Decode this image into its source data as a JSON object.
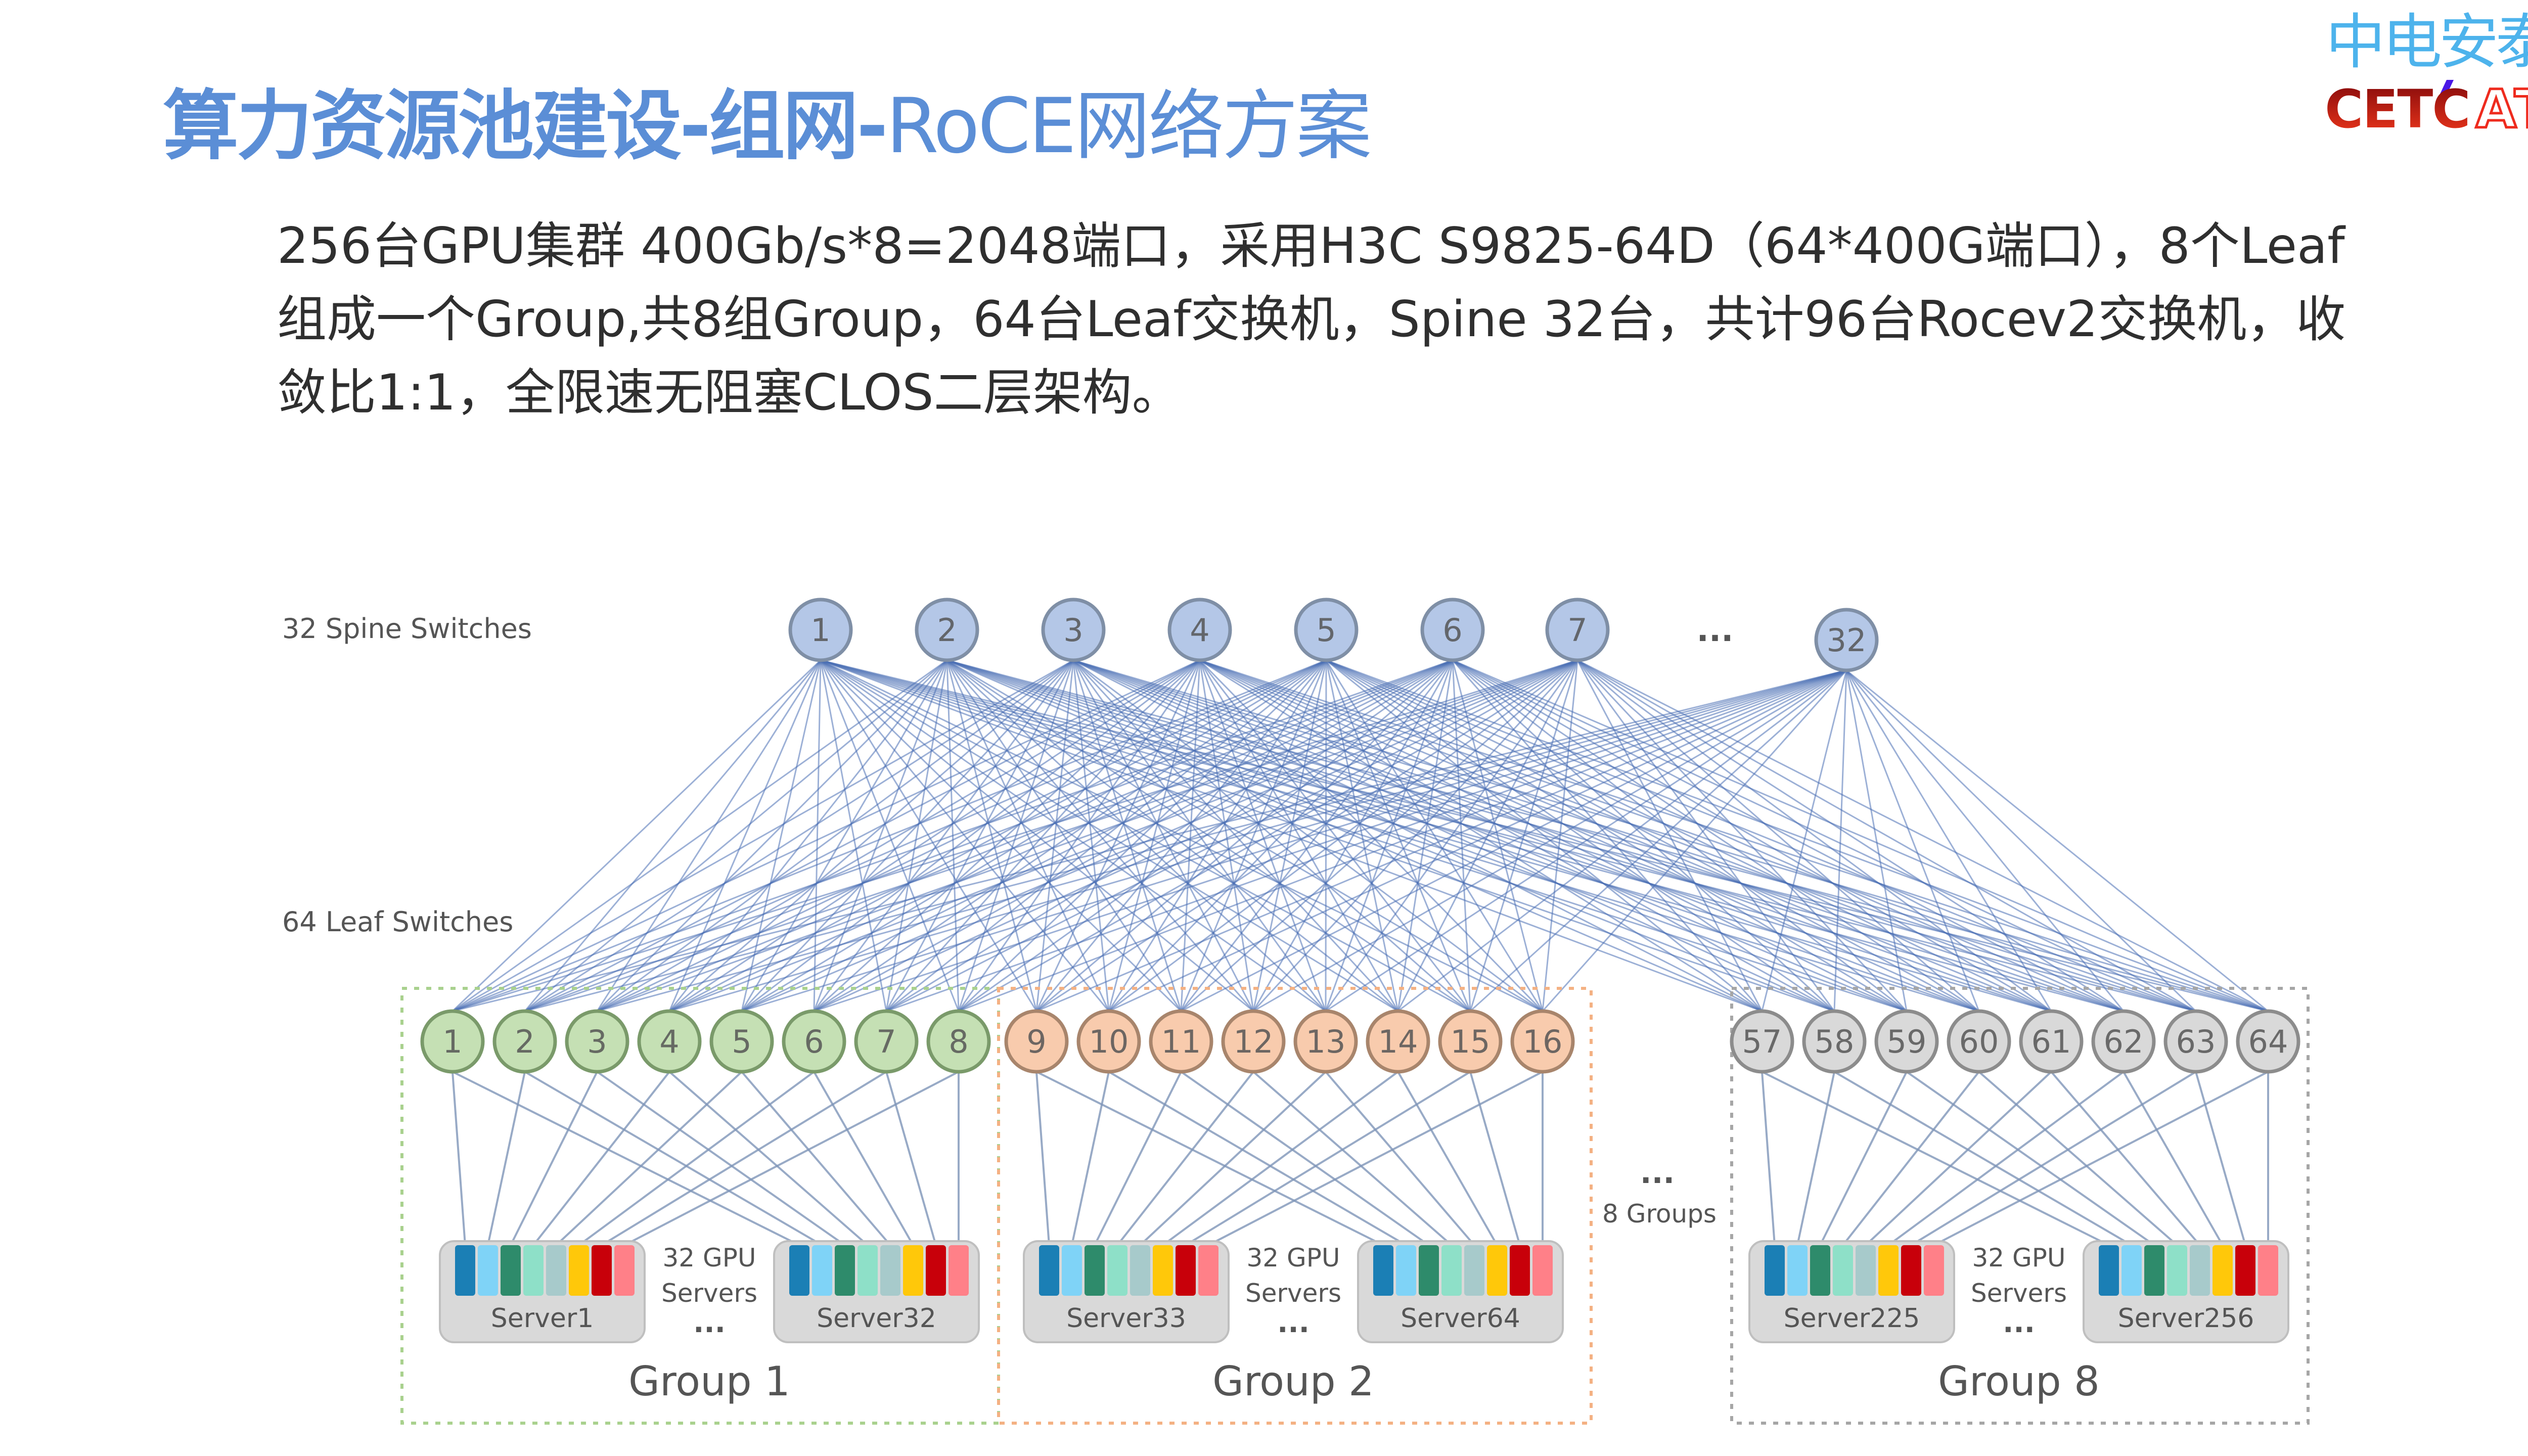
{
  "slide": {
    "title_bold": "算力资源池建设-组网-",
    "title_regular": "RoCE网络方案",
    "title_color": "#5B8ED6"
  },
  "logo": {
    "chinese_name": "中电安泰",
    "english_mark_primary": "CETC",
    "english_mark_secondary": "AT",
    "colors": {
      "chinese": "#4DB3EC",
      "cetc_top": "#8A0C0C",
      "cetc_bottom": "#E8341A",
      "at_outline": "#EE2B1E",
      "accent": "#4A17E6"
    }
  },
  "body": {
    "lines": [
      "256台GPU集群 400Gb/s*8=2048端口，采用H3C S9825-64D（64*400G端口），8个Leaf",
      "组成一个Group,共8组Group，64台Leaf交换机，Spine 32台，共计96台Rocev2交换机，收",
      "敛比1:1，全限速无阻塞CLOS二层架构。"
    ]
  },
  "diagram": {
    "spine_label": "32 Spine Switches",
    "leaf_label": "64 Leaf Switches",
    "spines": [
      "1",
      "2",
      "3",
      "4",
      "5",
      "6",
      "7",
      "32"
    ],
    "spine_ellipsis": "...",
    "more_groups_ellipsis": "...",
    "more_groups_label": "8 Groups",
    "colors": {
      "link": "#4A6FB5",
      "spine_fill": "#B4C7E7",
      "spine_stroke": "#7F8FA6",
      "server_card": "#D9D9D9",
      "gpu_bars": [
        "#1B7FB5",
        "#7FD3F7",
        "#2E8B6B",
        "#8EE0C8",
        "#A7CACB",
        "#FFC80A",
        "#C8000A",
        "#FF8088"
      ]
    },
    "groups": [
      {
        "label": "Group 1",
        "leaves": [
          "1",
          "2",
          "3",
          "4",
          "5",
          "6",
          "7",
          "8"
        ],
        "leaf_fill": "#C5E0B4",
        "leaf_stroke": "#7A9A6A",
        "border_color": "#A9D18E",
        "server_left": "Server1",
        "server_right": "Server32",
        "servers_caption_line1": "32 GPU",
        "servers_caption_line2": "Servers",
        "servers_ellipsis": "..."
      },
      {
        "label": "Group 2",
        "leaves": [
          "9",
          "10",
          "11",
          "12",
          "13",
          "14",
          "15",
          "16"
        ],
        "leaf_fill": "#F8CBAD",
        "leaf_stroke": "#A8856C",
        "border_color": "#F4B183",
        "server_left": "Server33",
        "server_right": "Server64",
        "servers_caption_line1": "32 GPU",
        "servers_caption_line2": "Servers",
        "servers_ellipsis": "..."
      },
      {
        "label": "Group 8",
        "leaves": [
          "57",
          "58",
          "59",
          "60",
          "61",
          "62",
          "63",
          "64"
        ],
        "leaf_fill": "#D9D9D9",
        "leaf_stroke": "#8C8C8C",
        "border_color": "#A6A6A6",
        "server_left": "Server225",
        "server_right": "Server256",
        "servers_caption_line1": "32 GPU",
        "servers_caption_line2": "Servers",
        "servers_ellipsis": "..."
      }
    ]
  }
}
